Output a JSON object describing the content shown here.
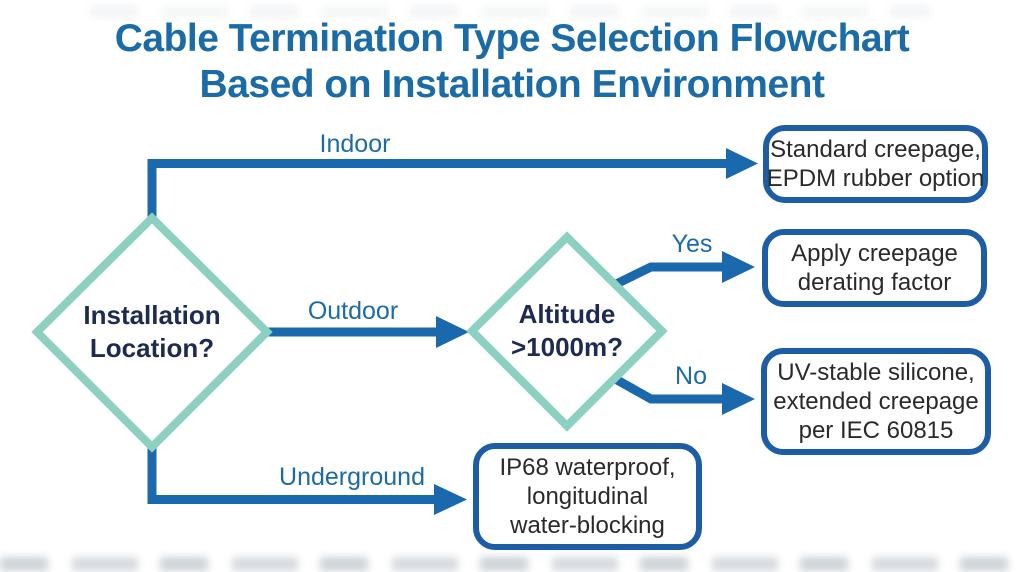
{
  "title": {
    "line1": "Cable Termination Type Selection Flowchart",
    "line2": "Based on Installation Environment"
  },
  "decisions": {
    "installation_location": {
      "line1": "Installation",
      "line2": "Location?"
    },
    "altitude": {
      "line1": "Altitude",
      "line2": ">1000m?"
    }
  },
  "branch_labels": {
    "indoor": "Indoor",
    "outdoor": "Outdoor",
    "underground": "Underground",
    "yes": "Yes",
    "no": "No"
  },
  "outcomes": {
    "indoor": {
      "line1": "Standard creepage,",
      "line2": "EPDM rubber option"
    },
    "altitude_yes": {
      "line1": "Apply creepage",
      "line2": "derating factor"
    },
    "altitude_no": {
      "line1": "UV-stable silicone,",
      "line2": "extended creepage",
      "line3": "per IEC 60815"
    },
    "underground": {
      "line1": "IP68 waterproof,",
      "line2": "longitudinal",
      "line3": "water-blocking"
    }
  },
  "colors": {
    "title_blue": "#1a6ba6",
    "connector_blue": "#1b69ad",
    "box_border_blue": "#1d5da6",
    "diamond_teal": "#8bd0c1",
    "decision_text_navy": "#1d2a52",
    "branch_label_blue": "#1c6ba8",
    "outcome_text": "#2a2a2a",
    "background": "#ffffff"
  }
}
